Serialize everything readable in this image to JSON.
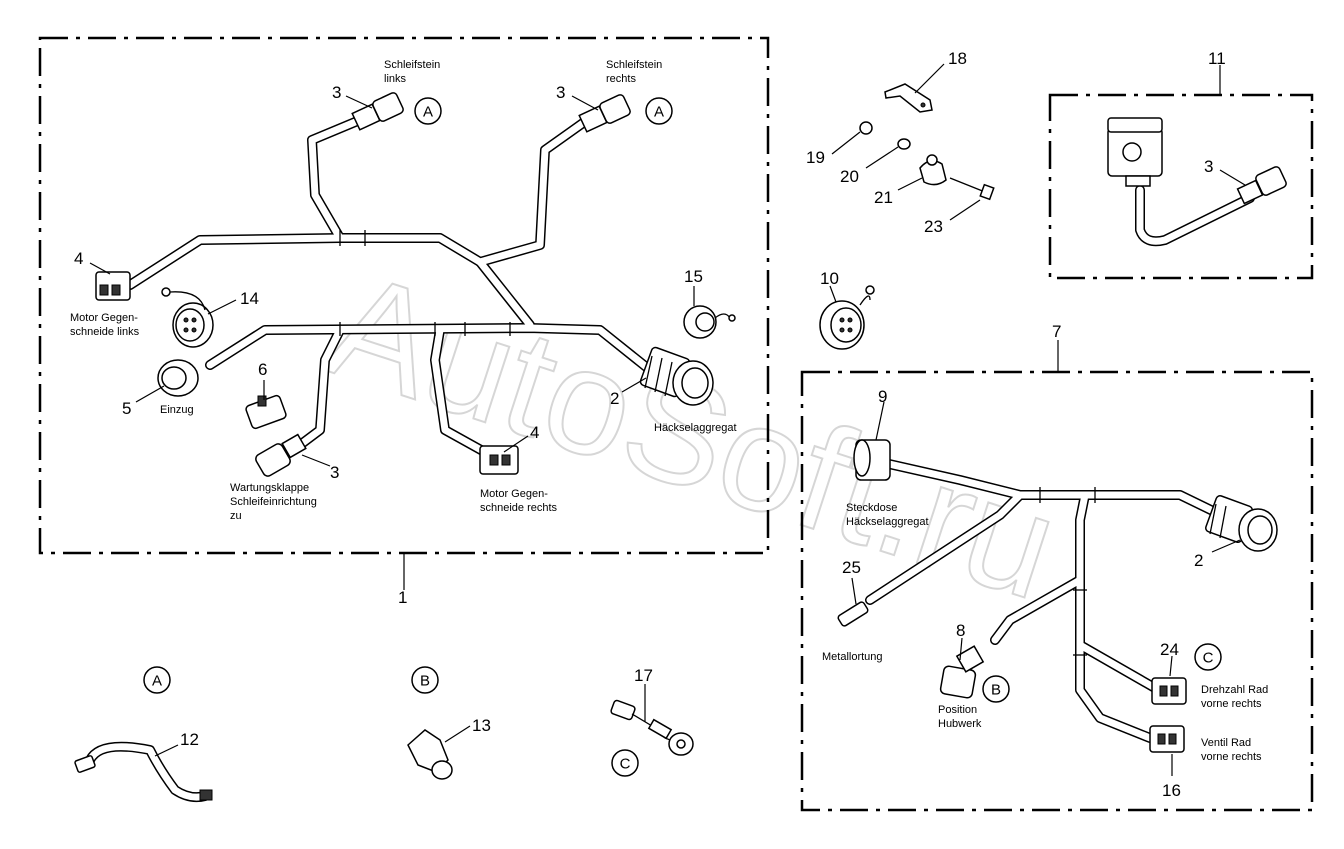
{
  "watermark": "AutoSoft.ru",
  "callouts": {
    "n1": "1",
    "n2a": "2",
    "n2b": "2",
    "n3a": "3",
    "n3b": "3",
    "n3c": "3",
    "n3d": "3",
    "n4a": "4",
    "n4b": "4",
    "n5": "5",
    "n6": "6",
    "n7": "7",
    "n8": "8",
    "n9": "9",
    "n10": "10",
    "n11": "11",
    "n12": "12",
    "n13": "13",
    "n14": "14",
    "n15": "15",
    "n16": "16",
    "n17": "17",
    "n18": "18",
    "n19": "19",
    "n20": "20",
    "n21": "21",
    "n23": "23",
    "n24": "24",
    "n25": "25"
  },
  "refs": {
    "a1": "A",
    "a2": "A",
    "a3": "A",
    "b1": "B",
    "b2": "B",
    "c1": "C",
    "c2": "C"
  },
  "labels": {
    "schleifstein_links_1": "Schleifstein",
    "schleifstein_links_2": "links",
    "schleifstein_rechts_1": "Schleifstein",
    "schleifstein_rechts_2": "rechts",
    "motor_links_1": "Motor Gegen-",
    "motor_links_2": "schneide links",
    "einzug": "Einzug",
    "wartung_1": "Wartungsklappe",
    "wartung_2": "Schleifeinrichtung",
    "wartung_3": "zu",
    "motor_rechts_1": "Motor Gegen-",
    "motor_rechts_2": "schneide rechts",
    "haeckselaggregat": "Häckselaggregat",
    "steckdose_1": "Steckdose",
    "steckdose_2": "Häckselaggregat",
    "metallortung": "Metallortung",
    "position_1": "Position",
    "position_2": "Hubwerk",
    "drehzahl_1": "Drehzahl Rad",
    "drehzahl_2": "vorne rechts",
    "ventil_1": "Ventil Rad",
    "ventil_2": "vorne rechts"
  }
}
